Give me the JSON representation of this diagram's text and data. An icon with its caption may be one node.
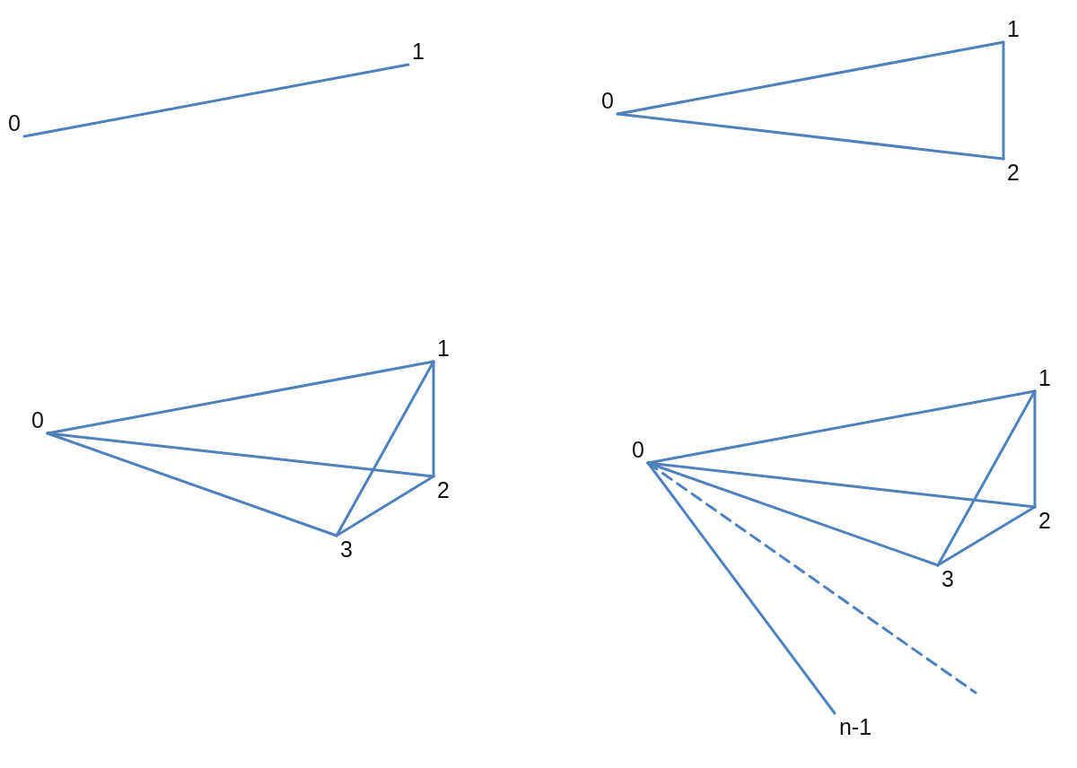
{
  "diagram": {
    "nodes": [
      {
        "text": [
          "0"
        ]
      },
      {
        "text": [
          "1"
        ]
      },
      {
        "text": [
          "0"
        ]
      },
      {
        "text": [
          "1"
        ]
      },
      {
        "text": [
          "2"
        ]
      },
      {
        "text": [
          "0"
        ]
      },
      {
        "text": [
          "1"
        ]
      },
      {
        "text": [
          "2"
        ]
      },
      {
        "text": [
          "3"
        ]
      },
      {
        "text": [
          "0"
        ]
      },
      {
        "text": [
          "1"
        ]
      },
      {
        "text": [
          "2"
        ]
      },
      {
        "text": [
          "3"
        ]
      },
      {
        "text": [
          "n-1"
        ]
      }
    ],
    "edges": [
      {
        "from": 0,
        "to": 1,
        "arrow": "none"
      },
      {
        "from": 2,
        "to": 3,
        "arrow": "none"
      },
      {
        "from": 2,
        "to": 4,
        "arrow": "none"
      },
      {
        "from": 3,
        "to": 4,
        "arrow": "none"
      },
      {
        "from": 5,
        "to": 6,
        "arrow": "none"
      },
      {
        "from": 5,
        "to": 7,
        "arrow": "none"
      },
      {
        "from": 5,
        "to": 8,
        "arrow": "none"
      },
      {
        "from": 6,
        "to": 7,
        "arrow": "none"
      },
      {
        "from": 6,
        "to": 8,
        "arrow": "none"
      },
      {
        "from": 7,
        "to": 8,
        "arrow": "none"
      },
      {
        "from": 9,
        "to": 10,
        "arrow": "none"
      },
      {
        "from": 9,
        "to": 11,
        "arrow": "none"
      },
      {
        "from": 9,
        "to": 12,
        "arrow": "none"
      },
      {
        "from": 10,
        "to": 11,
        "arrow": "none"
      },
      {
        "from": 10,
        "to": 12,
        "arrow": "none"
      },
      {
        "from": 11,
        "to": 12,
        "arrow": "none"
      },
      {
        "from": 9,
        "to": 13,
        "arrow": "none"
      },
      {
        "from": 9,
        "to": null,
        "arrow": "none",
        "style": "dashed"
      }
    ]
  }
}
